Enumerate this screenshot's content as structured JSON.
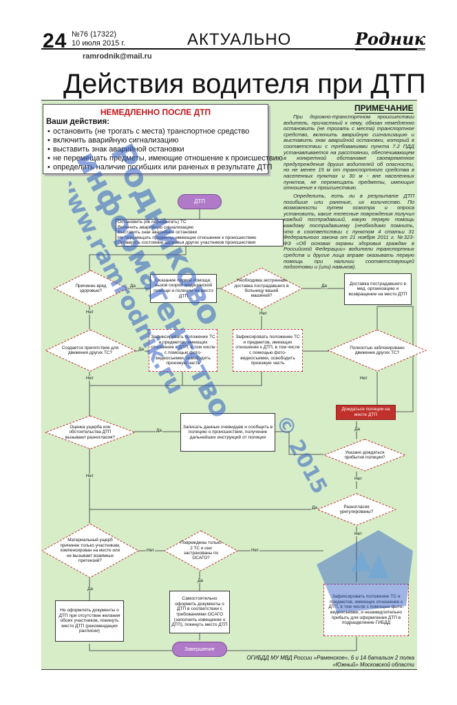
{
  "header": {
    "page_number": "24",
    "issue": "№76 (17322)",
    "date": "10 июля 2015 г.",
    "section": "АКТУАЛЬНО",
    "logo": "Родник",
    "email": "ramrodnik@mail.ru"
  },
  "title": "Действия водителя при ДТП",
  "immediate": {
    "title": "НЕМЕДЛЕННО ПОСЛЕ ДТП",
    "subtitle": "Ваши действия:",
    "items": [
      "остановить (не трогать с места) транспортное средство",
      "включить аварийную сигнализацию",
      "выставить знак аварийной остановки",
      "не перемещать предметы, имеющие отношение к происшествию",
      "определить наличие погибших или раненых в результате ДТП"
    ]
  },
  "note": {
    "title": "ПРИМЕЧАНИЕ",
    "paragraphs": [
      "При дорожно-транспортном происшествии водитель, причастный к нему, обязан немедленно остановить (не трогать с места) транспортное средство, включить аварийную сигнализацию и выставить знак аварийной остановки, который в соответствии с требованиями пункта 7.2 ПДД устанавливается на расстоянии, обеспечивающем в конкретной обстановке своевременное предупреждение других водителей об опасности, но не менее 15 м от транспортного средства в населенных пунктах и 30 м - вне населенных пунктов, не перемещать предметы, имеющие отношение к происшествию.",
      "Определить, есть ли в результате ДТП погибшие или раненые, их количество. По возможности путем осмотра и опроса установить, какие телесные повреждения получил каждый пострадавший, какую первую помощь каждому пострадавшему (необходимо помнить, что в соответствии с пунктом 4 статьи 31 Федерального закона от 21 ноября 2011 г. №323-ФЗ «Об основах охраны здоровья граждан в Российской Федерации» водители транспортных средств и другие лица вправе оказывать первую помощь при наличии соответствующей подготовки и (или) навыков)."
    ]
  },
  "flow": {
    "start": "ДТП",
    "step1": "Остановить (не передвигать) ТС\nВключить аварийную сигнализацию\nВыставить знак аварийной остановки\nНе перемещать предметы, имеющие отношение к происшествию\nПроверить состояние здоровья других участников происшествия",
    "q_harm": "Причинен вред здоровью?",
    "first_aid": "Оказание первой помощи, вызов скорой медицинской помощи и полиции на место ДТП",
    "q_deliver": "Необходима экстренная доставка пострадавшего в больницу вашей машиной?",
    "deliver": "Доставка пострадавшего в мед. организацию и возвращение на место ДТП",
    "q_obstacle": "Создается препятствие для движения других ТС?",
    "fix1": "Зафиксировать положение ТС и предметов, имеющих отношение к ДТП, в том числе с помощью фото-видеосъемки, освободить проезжую часть",
    "fix2": "Зафиксировать положение ТС и предметов, имеющих отношение к ДТП, в том числе с помощью фото-видеосъемки, освободить проезжую часть",
    "q_blocked": "Полностью заблокировано движение других ТС?",
    "wait_police": "Дождаться полиции на месте ДТП",
    "q_disagree": "Оценка ущерба или обстоятельства ДТП вызывают разногласия?",
    "record": "Записать данные очевидцев и сообщить в полицию о происшествии, получение дальнейших инструкций от полиции",
    "q_wait": "Указано дождаться прибытия полиции?",
    "q_settled": "Разногласия урегулированы?",
    "q_damage": "Материальный ущерб причинен только участникам, компенсирован на месте или не вызывает взаимных претензий?",
    "q_insured": "Повреждены только 2 ТС и они застрахованы по ОСАГО?",
    "no_docs": "Не оформлять документы о ДТП при отсутствии желания обоих участников, покинуть место ДТП (рекомендация расписки)",
    "self_docs": "Самостоятельно оформить документы о ДТП в соответствии с требованиями ОСАГО (заполнить извещение о ДТП), покинуть место ДТП",
    "fix_gibdd": "Зафиксировать положение ТС и предметов, имеющих отношение к ДТП, в том числе с помощью фото-видеосъемки, и незамедлительно прибыть для оформления ДТП в подразделение ГИБДД",
    "end": "Завершение",
    "yes": "Да",
    "no": "Нет"
  },
  "footer": "ОГИБДД МУ МВД России «Раменское», 6 и 14 батальон 2 полка «Южный» Московской области",
  "watermark": {
    "lines": [
      "Родниково",
      "информагентство",
      "www.ramrodnik.ru",
      "© 2015"
    ]
  },
  "colors": {
    "green": "#d6edc8",
    "purple": "#b07ac8",
    "red_box": "#c0312c",
    "accent_red": "#c0141a",
    "watermark": "#2d5bc0"
  }
}
